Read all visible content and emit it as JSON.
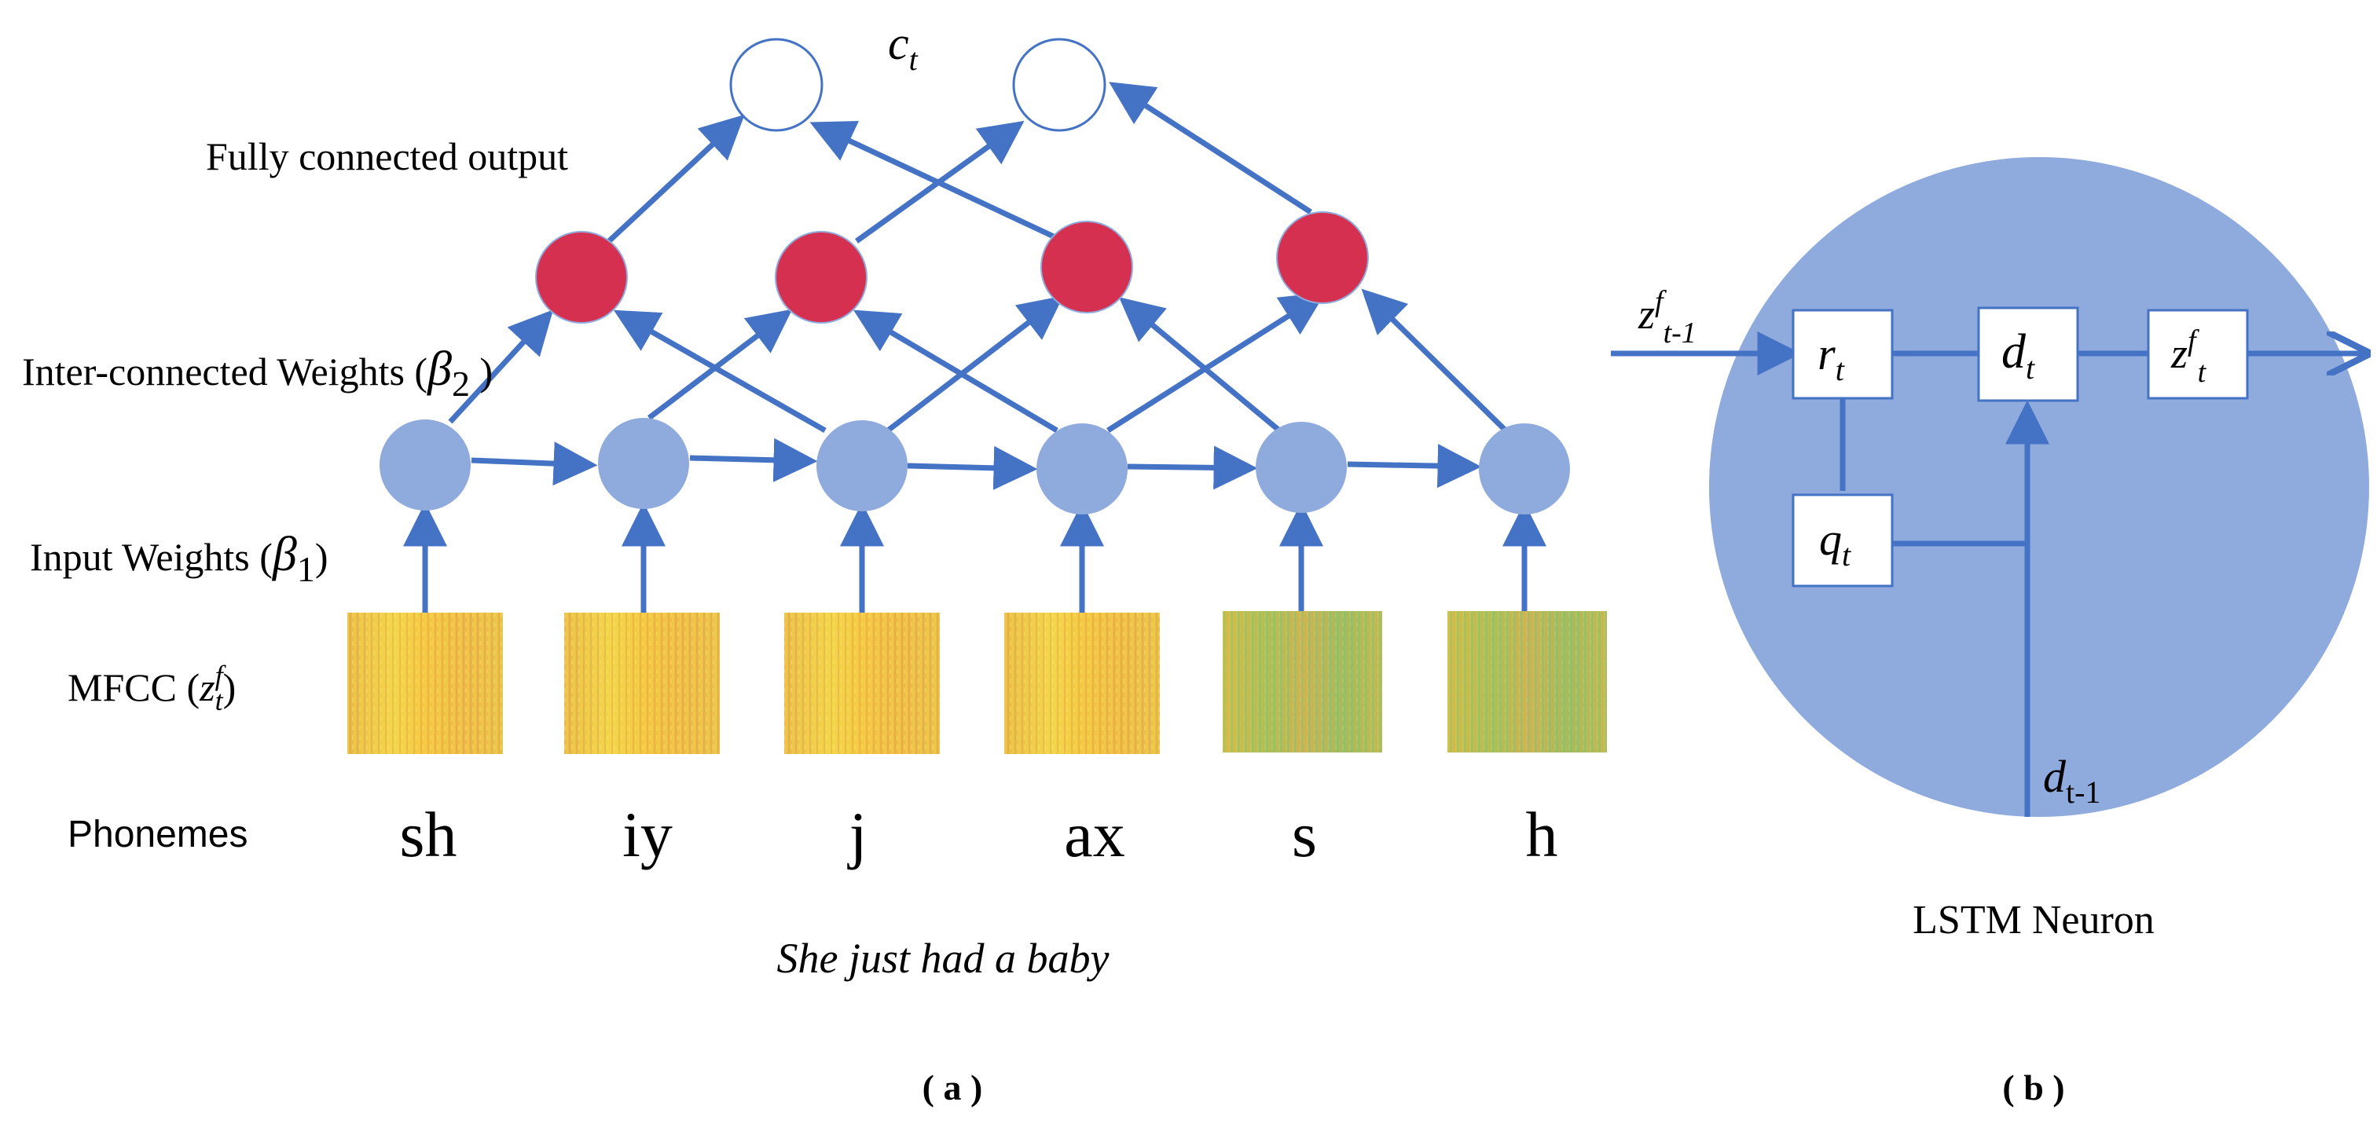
{
  "panel_a": {
    "output_label_main": "c",
    "output_label_sub": "t",
    "layer_labels": {
      "fully_connected": "Fully connected output",
      "inter_connected": "Inter-connected Weights (",
      "inter_connected_symbol": "β",
      "inter_connected_sub": "2",
      "inter_connected_close": " )",
      "input_weights": "Input Weights (",
      "input_weights_symbol": "β",
      "input_weights_sub": "1",
      "input_weights_close": ")",
      "mfcc": "MFCC (",
      "mfcc_z": "z",
      "mfcc_sup": "f",
      "mfcc_sub": "t",
      "mfcc_close": ")",
      "phonemes": "Phonemes"
    },
    "phonemes": [
      "sh",
      "iy",
      "j",
      "ax",
      "s",
      "h"
    ],
    "sentence": "She just had a baby",
    "caption": "( a )"
  },
  "panel_b": {
    "input_z": "z",
    "input_sup": "f",
    "input_sub": "t-1",
    "r_main": "r",
    "r_sub": "t",
    "d_main": "d",
    "d_sub": "t",
    "out_z": "z",
    "out_sup": "f",
    "out_sub": "t",
    "q_main": "q",
    "q_sub": "t",
    "bottom_main": "d",
    "bottom_sub": "t-1",
    "neuron_label": "LSTM Neuron",
    "caption": "( b )"
  },
  "colors": {
    "edge": "#4472c4",
    "lstm_node": "#8faadc",
    "hidden_node": "#d63050",
    "output_node_stroke": "#4472c4",
    "neuron_fill": "#8faadc"
  }
}
